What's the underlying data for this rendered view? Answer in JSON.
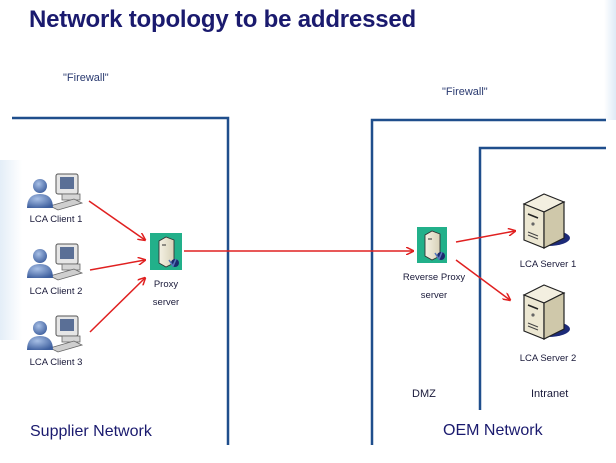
{
  "title": "Network topology to be addressed",
  "firewall_labels": [
    "\"Firewall\"",
    "\"Firewall\""
  ],
  "clients": [
    {
      "label": "LCA Client 1",
      "icon": "user-computer-icon"
    },
    {
      "label": "LCA Client 2",
      "icon": "user-computer-icon"
    },
    {
      "label": "LCA Client 3",
      "icon": "user-computer-icon"
    }
  ],
  "proxy": {
    "label_line1": "Proxy",
    "label_line2": "server",
    "icon": "proxy-server-icon"
  },
  "reverse_proxy": {
    "label_line1": "Reverse Proxy",
    "label_line2": "server",
    "icon": "proxy-server-icon"
  },
  "servers": [
    {
      "label": "LCA Server 1",
      "icon": "server-tower-icon"
    },
    {
      "label": "LCA Server 2",
      "icon": "server-tower-icon"
    }
  ],
  "zones": {
    "dmz": "DMZ",
    "intranet": "Intranet"
  },
  "networks": {
    "supplier": "Supplier Network",
    "oem": "OEM Network"
  },
  "colors": {
    "title": "#1a1a6e",
    "boundary": "#1f4e8c",
    "arrow": "#e02020",
    "proxy_bg": "#22b08a"
  }
}
